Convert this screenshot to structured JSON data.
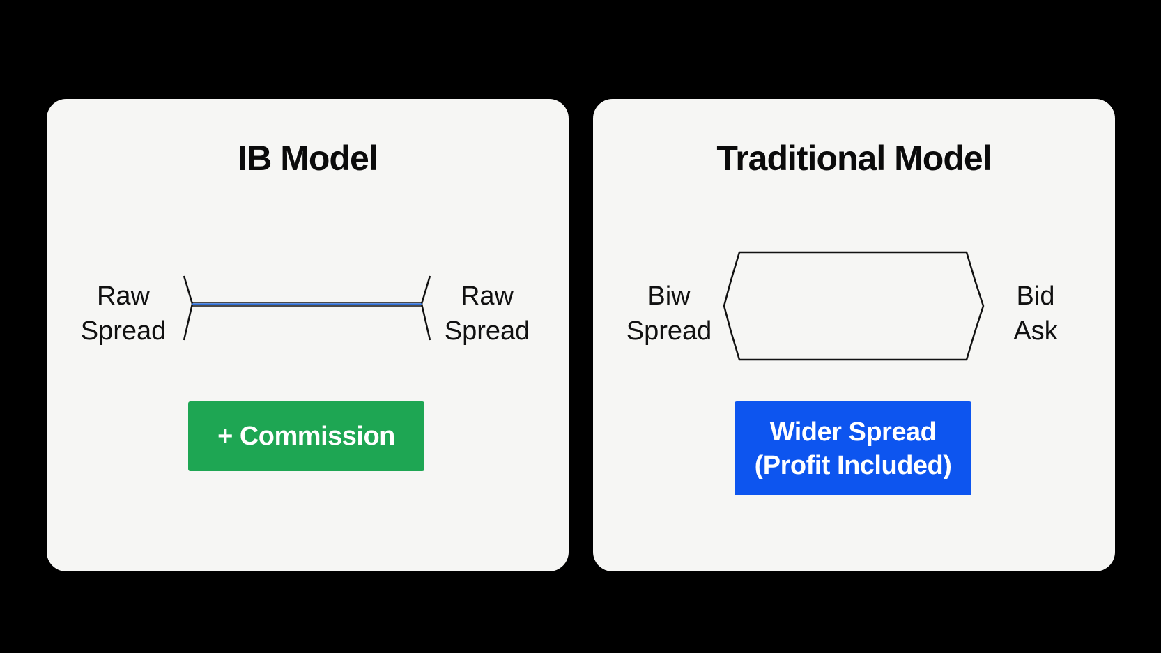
{
  "panels": {
    "ib": {
      "title": "IB Model",
      "left_label": [
        "Raw",
        "Spread"
      ],
      "right_label": [
        "Raw",
        "Spread"
      ],
      "badge_label": "+ Commission",
      "badge_color": "#1ea653",
      "line_color": "#2e6fd8"
    },
    "traditional": {
      "title": "Traditional Model",
      "left_label": [
        "Biw",
        "Spread"
      ],
      "right_label": [
        "Bid",
        "Ask"
      ],
      "badge_lines": [
        "Wider Spread",
        "(Profit Included)"
      ],
      "badge_color": "#0d55ef"
    }
  }
}
